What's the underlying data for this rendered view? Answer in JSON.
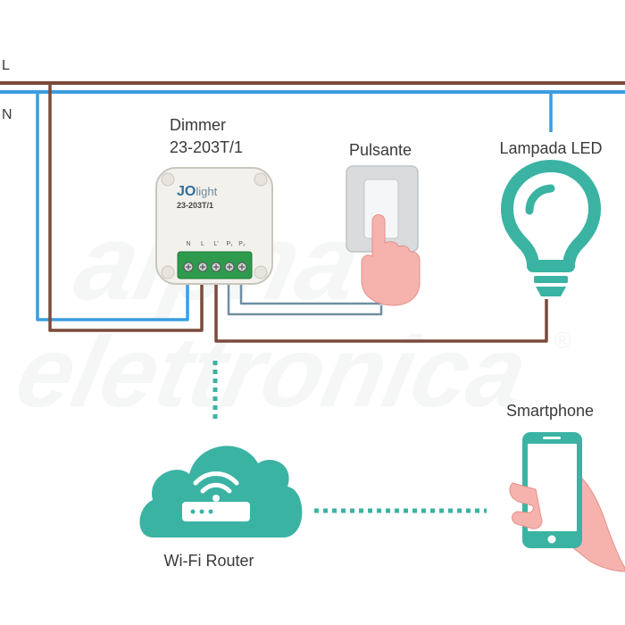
{
  "lines": {
    "live_label": "L",
    "neutral_label": "N"
  },
  "dimmer": {
    "title": "Dimmer",
    "model": "23-203T/1",
    "brand_jo": "JO",
    "brand_light": "light",
    "device_model": "23-203T/1",
    "terminals": [
      "N",
      "L",
      "L'",
      "P₁",
      "P₂"
    ]
  },
  "pulsante": {
    "label": "Pulsante"
  },
  "lamp": {
    "label": "Lampada LED"
  },
  "router": {
    "label": "Wi-Fi Router"
  },
  "smartphone": {
    "label": "Smartphone"
  },
  "watermark": {
    "line1": "alpha",
    "line2": "elettronica",
    "mark": "®"
  },
  "colors": {
    "live_wire": "#7a4a3a",
    "neutral_wire": "#3a9ee0",
    "control_wire": "#6f8fa0",
    "teal": "#3bb3a3",
    "skin": "#f6b3ae",
    "module_fill": "#f3f1ec",
    "terminal_green": "#2e9a4c"
  }
}
